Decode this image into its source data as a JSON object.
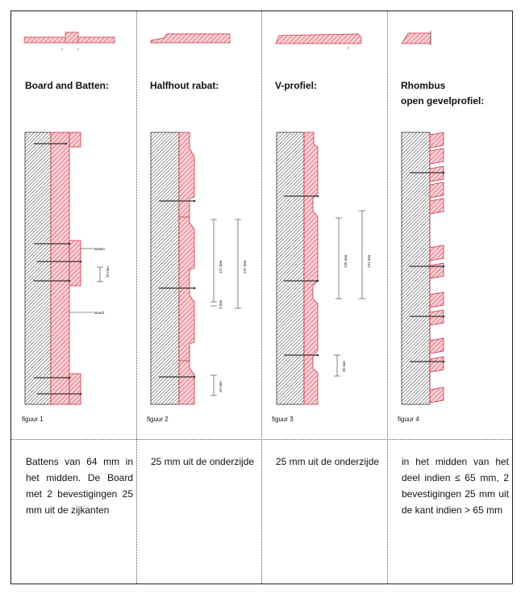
{
  "columns": [
    {
      "title": "Board and Batten:",
      "figure": "figuur 1",
      "labels": {
        "batten": "Batten",
        "board": "Board",
        "dim": "25 mm"
      },
      "description": "Battens van 64 mm in het midden. De Board met 2 bevestigingen 25 mm uit de zijkanten"
    },
    {
      "title": "Halfhout rabat:",
      "figure": "figuur 2",
      "labels": {
        "dim_a": "121 mm",
        "dim_b": "137 mm",
        "dim_c": "3 mm",
        "dim_d": "25 mm"
      },
      "description": "25 mm uit de onderzijde"
    },
    {
      "title": "V-profiel:",
      "figure": "figuur 3",
      "labels": {
        "dim_a": "126 mm",
        "dim_b": "137 mm",
        "dim_c": "25 mm"
      },
      "description": "25 mm uit de onderzijde"
    },
    {
      "title": "Rhombus\nopen gevelprofiel:",
      "figure": "figuur 4",
      "description": "in het midden van het deel indien ≤ 65 mm, 2 bevestigingen 25 mm uit de kant indien > 65 mm"
    }
  ],
  "colors": {
    "hatch_red": "#d84a5a",
    "fill_red": "#f7c2c8",
    "dark_hatch": "#333333",
    "screw": "#333333"
  }
}
